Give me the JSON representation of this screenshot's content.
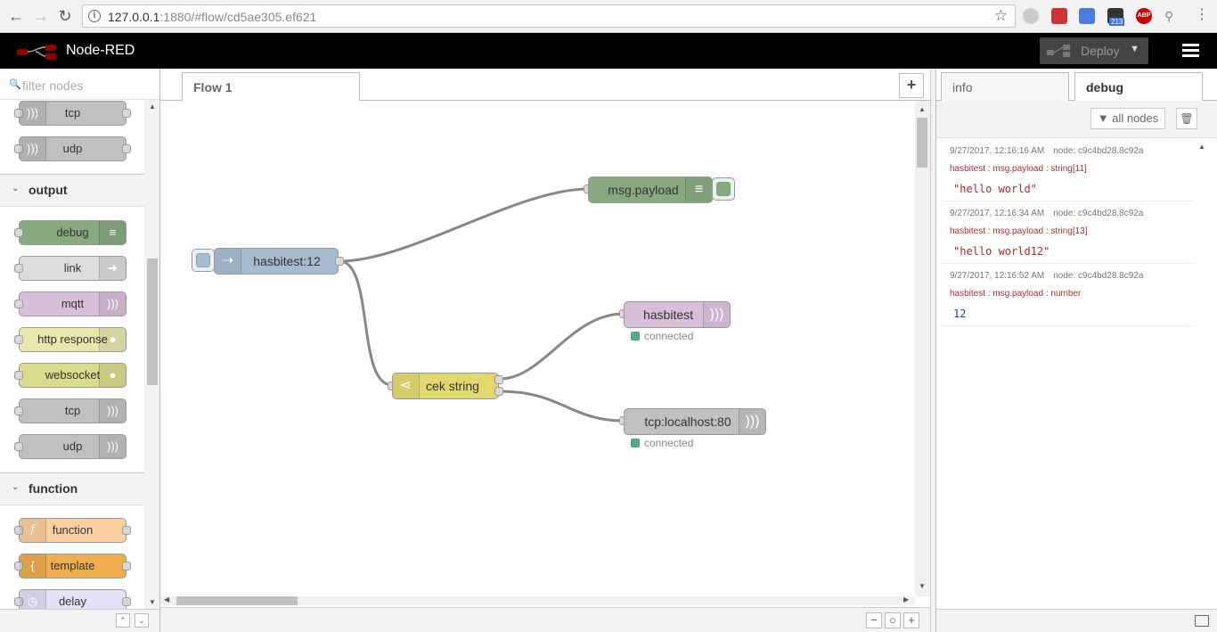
{
  "browser": {
    "url_host": "127.0.0.1",
    "url_rest": ":1880/#flow/cd5ae305.ef621",
    "ext_badge": "213",
    "abp_label": "ABP"
  },
  "header": {
    "title": "Node-RED",
    "deploy_label": "Deploy"
  },
  "palette": {
    "filter_placeholder": "filter nodes",
    "top_nodes": [
      {
        "label": "tcp",
        "color": "#c0c0c0"
      },
      {
        "label": "udp",
        "color": "#c0c0c0"
      }
    ],
    "categories": [
      {
        "name": "output",
        "nodes": [
          {
            "label": "debug",
            "color": "#87a980"
          },
          {
            "label": "link",
            "color": "#dddddd"
          },
          {
            "label": "mqtt",
            "color": "#d8bfd8"
          },
          {
            "label": "http response",
            "color": "#e7e7ae"
          },
          {
            "label": "websocket",
            "color": "#dbdb8d"
          },
          {
            "label": "tcp",
            "color": "#c0c0c0"
          },
          {
            "label": "udp",
            "color": "#c0c0c0"
          }
        ]
      },
      {
        "name": "function",
        "nodes": [
          {
            "label": "function",
            "color": "#fdd0a2"
          },
          {
            "label": "template",
            "color": "#f0ad4e"
          },
          {
            "label": "delay",
            "color": "#e6e0f8"
          }
        ]
      }
    ]
  },
  "workspace": {
    "tabs": [
      {
        "label": "Flow 1"
      }
    ],
    "add_tab": "+",
    "nodes": {
      "inject": {
        "label": "hasbitest:12",
        "color": "#a6bbcf"
      },
      "debug": {
        "label": "msg.payload",
        "color": "#87a980"
      },
      "switch": {
        "label": "cek string",
        "color": "#e2d96e"
      },
      "mqtt": {
        "label": "hasbitest",
        "color": "#d8bfd8",
        "status": "connected"
      },
      "tcp": {
        "label": "tcp:localhost:80",
        "color": "#c0c0c0",
        "status": "connected"
      }
    },
    "zoom": {
      "out": "−",
      "reset": "○",
      "in": "+"
    }
  },
  "sidebar": {
    "tabs": [
      {
        "label": "info",
        "active": false
      },
      {
        "label": "debug",
        "active": true
      }
    ],
    "filter_label": "all nodes",
    "messages": [
      {
        "time": "9/27/2017, 12:16:16 AM",
        "node": "node: c9c4bd28.8c92a",
        "topic": "hasbitest : msg.payload : string[11]",
        "value": "\"hello world\"",
        "type": "string"
      },
      {
        "time": "9/27/2017, 12:16:34 AM",
        "node": "node: c9c4bd28.8c92a",
        "topic": "hasbitest : msg.payload : string[13]",
        "value": "\"hello world12\"",
        "type": "string"
      },
      {
        "time": "9/27/2017, 12:16:52 AM",
        "node": "node: c9c4bd28.8c92a",
        "topic": "hasbitest : msg.payload : number",
        "value": "12",
        "type": "number"
      }
    ]
  }
}
